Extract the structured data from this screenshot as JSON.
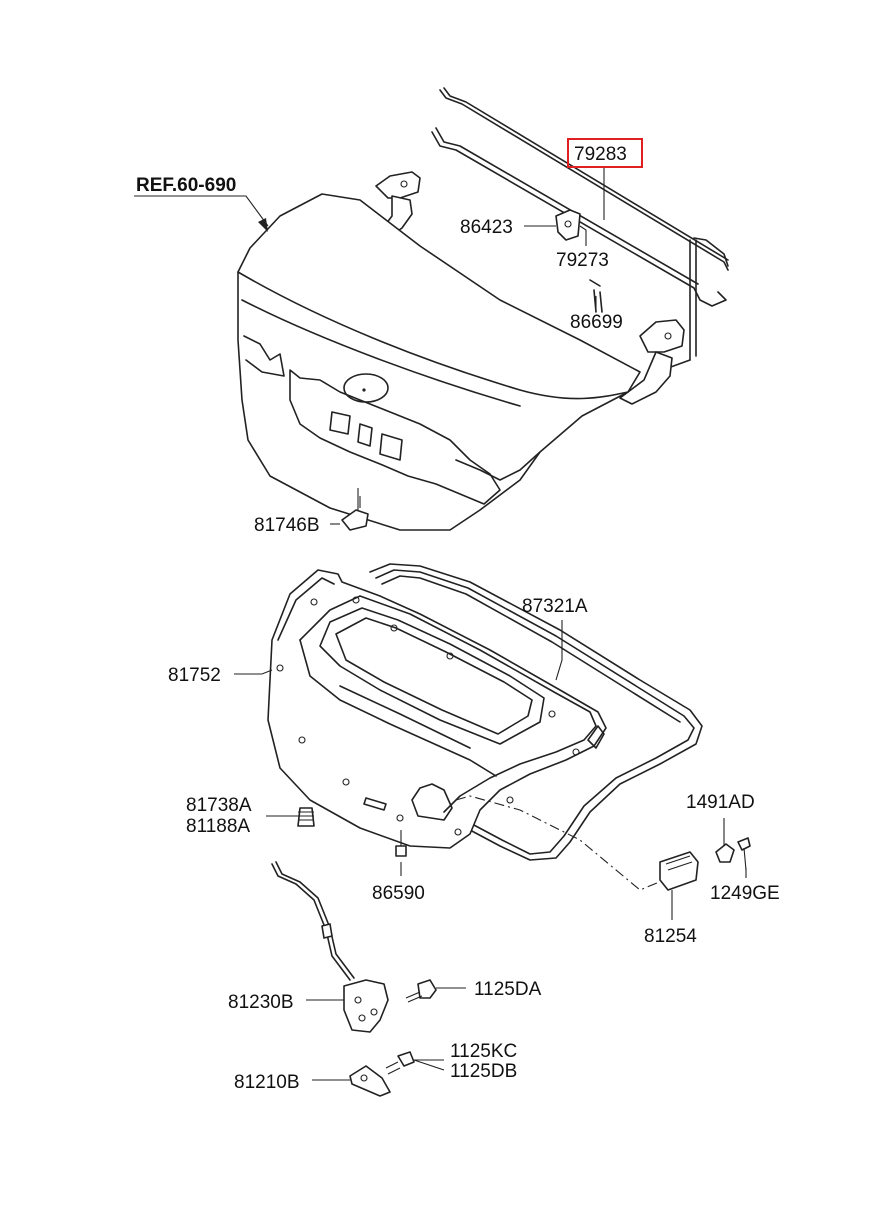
{
  "reference": "REF.60-690",
  "highlight_color": "#e02020",
  "parts": {
    "p79283": "79283",
    "p86423": "86423",
    "p79273": "79273",
    "p86699": "86699",
    "p81746B": "81746B",
    "p87321A": "87321A",
    "p81752": "81752",
    "p81738A": "81738A",
    "p81188A": "81188A",
    "p86590": "86590",
    "p1491AD": "1491AD",
    "p1249GE": "1249GE",
    "p81254": "81254",
    "p81230B": "81230B",
    "p1125DA": "1125DA",
    "p1125KC": "1125KC",
    "p1125DB": "1125DB",
    "p81210B": "81210B"
  }
}
